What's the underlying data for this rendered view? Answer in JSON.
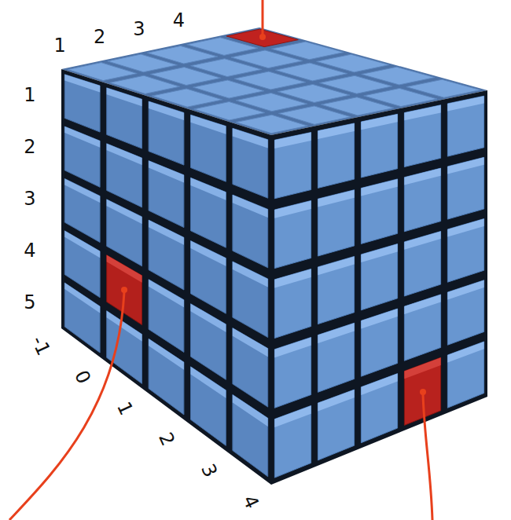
{
  "diagram": {
    "labels": [
      "1",
      "2",
      "3",
      "4",
      "1",
      "2",
      "3",
      "4",
      "5",
      "-1",
      "0",
      "1",
      "2",
      "3",
      "4"
    ]
  }
}
